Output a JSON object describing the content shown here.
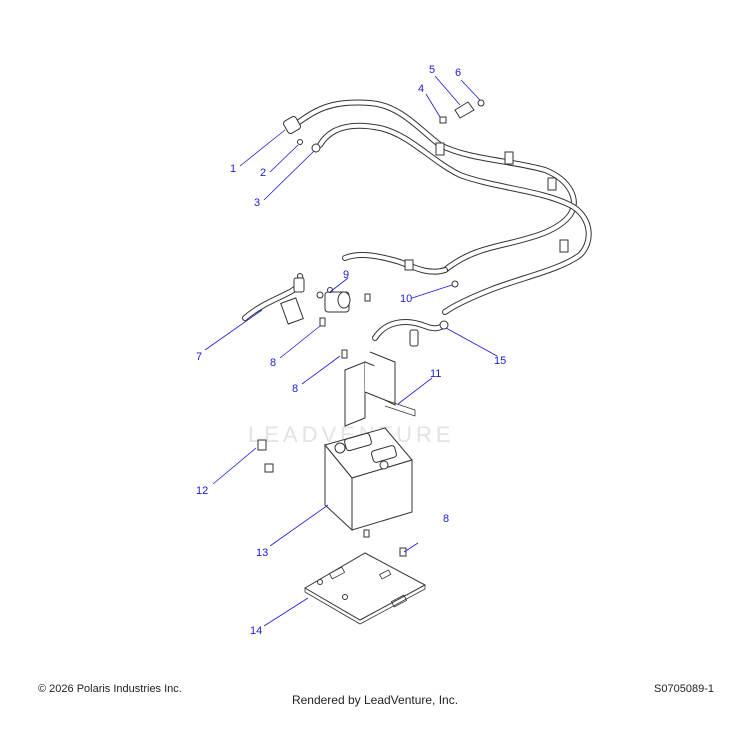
{
  "watermark": "LEADVENTURE",
  "callouts": [
    "1",
    "2",
    "3",
    "4",
    "5",
    "6",
    "7",
    "8",
    "8",
    "8",
    "9",
    "10",
    "11",
    "12",
    "13",
    "14",
    "15"
  ],
  "footer": {
    "copyright": "© 2026 Polaris Industries Inc.",
    "rendered_by": "Rendered by LeadVenture, Inc.",
    "diagram_id": "S0705089-1"
  },
  "colors": {
    "callout": "#1a1ad6",
    "line": "#333333"
  }
}
